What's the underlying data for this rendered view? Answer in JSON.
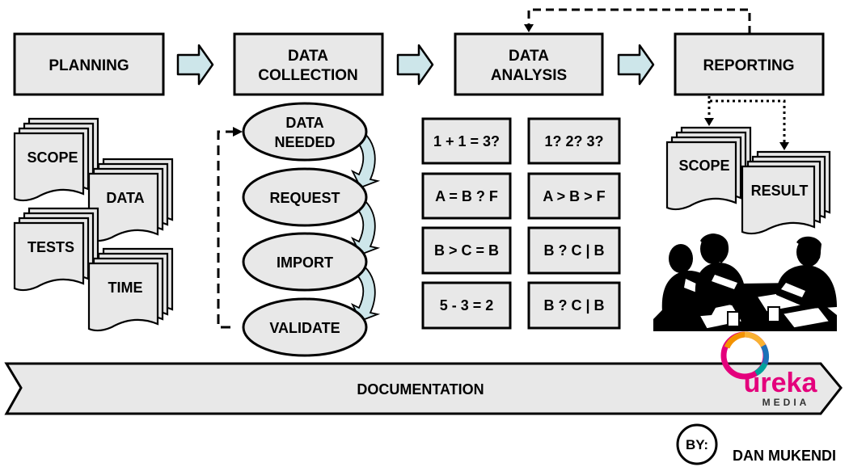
{
  "stages": {
    "planning": [
      "PLANNING"
    ],
    "collection": [
      "DATA",
      "COLLECTION"
    ],
    "analysis": [
      "DATA",
      "ANALYSIS"
    ],
    "reporting": [
      "REPORTING"
    ]
  },
  "planning_docs": {
    "scope": "SCOPE",
    "data": "DATA",
    "tests": "TESTS",
    "time": "TIME"
  },
  "collection_steps": {
    "needed": [
      "DATA",
      "NEEDED"
    ],
    "request": "REQUEST",
    "import": "IMPORT",
    "validate": "VALIDATE"
  },
  "analysis_cells": [
    "1 + 1 = 3?",
    "1?  2? 3?",
    "A = B ? F",
    "A > B > F",
    "B > C = B",
    "B ? C | B",
    "5 - 3 = 2",
    "B ? C | B"
  ],
  "reporting_docs": {
    "scope": "SCOPE",
    "result": "RESULT"
  },
  "documentation_label": "DOCUMENTATION",
  "logo": {
    "word": "ureka",
    "sub": "MEDIA",
    "colors": [
      "#e4007c",
      "#f39200",
      "#1d71b8",
      "#00a19a"
    ]
  },
  "byline": {
    "badge": "BY:",
    "author": "DAN MUKENDI"
  }
}
